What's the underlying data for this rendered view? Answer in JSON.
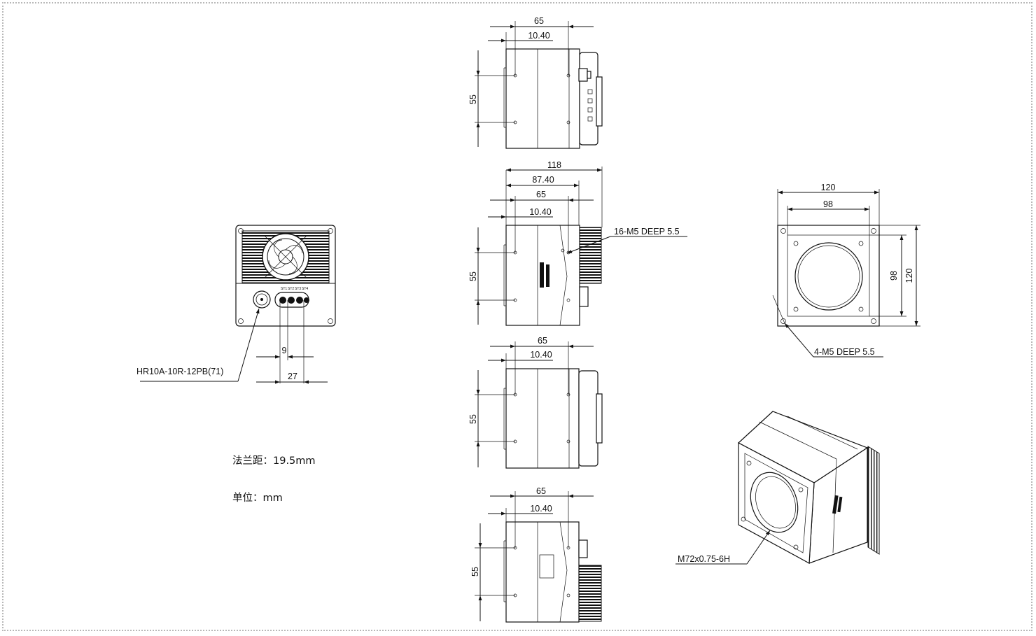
{
  "dimensions": {
    "top_view": {
      "length": "65",
      "offset": "10.40",
      "height": "55"
    },
    "side_view": {
      "overall": "118",
      "mid": "87.40",
      "length": "65",
      "offset": "10.40",
      "height": "55",
      "hole_callout": "16-M5 DEEP 5.5"
    },
    "bottom_view": {
      "length": "65",
      "offset": "10.40",
      "height": "55"
    },
    "lower_view": {
      "length": "65",
      "offset": "10.40",
      "height": "55"
    },
    "front_view": {
      "outer_width": "120",
      "inner_width": "98",
      "inner_height": "98",
      "outer_height": "120",
      "hole_callout": "4-M5 DEEP 5.5"
    },
    "rear_view": {
      "connector": "HR10A-10R-12PB(71)",
      "spacing": "9",
      "span": "27",
      "led_labels": [
        "ST1",
        "ST2",
        "ST3",
        "ST4"
      ]
    },
    "iso_view": {
      "thread": "M72x0.75-6H"
    }
  },
  "notes": {
    "flange_distance": "法兰距：19.5mm",
    "unit": "单位：mm"
  }
}
